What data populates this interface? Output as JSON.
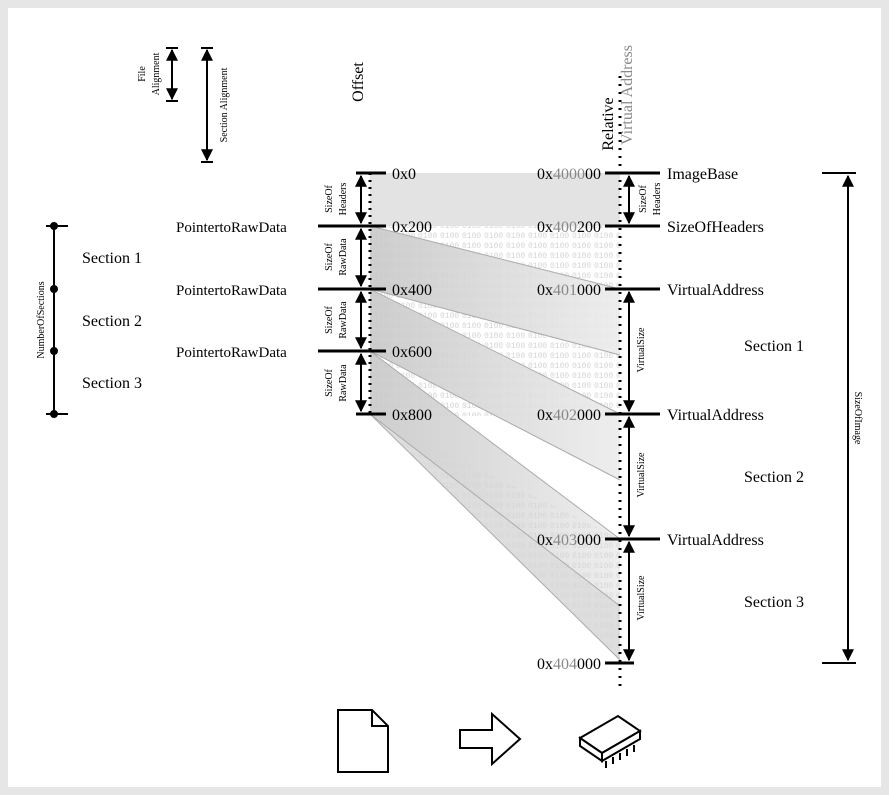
{
  "left_labels": {
    "file_alignment_line1": "File",
    "file_alignment_line2": "Alignment",
    "section_alignment": "Section Alignment",
    "number_of_sections": "NumberOfSections",
    "offset": "Offset",
    "sections": [
      "Section 1",
      "Section 2",
      "Section 3"
    ],
    "pointer": "PointertoRawData",
    "size_of_headers_line1": "SizeOf",
    "size_of_headers_line2": "Headers",
    "size_of_raw_line1": "SizeOf",
    "size_of_raw_line2": "RawData"
  },
  "offsets": [
    "0x0",
    "0x200",
    "0x400",
    "0x600",
    "0x800"
  ],
  "rva_header_line1": "Relative",
  "rva_header_line2": "Virtual Address",
  "addresses": [
    {
      "p": "0x",
      "g": "4000",
      "s": "00"
    },
    {
      "p": "0x",
      "g": "400",
      "s": "200"
    },
    {
      "p": "0x",
      "g": "401",
      "s": "000"
    },
    {
      "p": "0x",
      "g": "402",
      "s": "000"
    },
    {
      "p": "0x",
      "g": "403",
      "s": "000"
    },
    {
      "p": "0x",
      "g": "404",
      "s": "000"
    }
  ],
  "right_labels": {
    "image_base": "ImageBase",
    "size_of_headers": "SizeOfHeaders",
    "virtual_address": "VirtualAddress",
    "virtual_size": "VirtualSize",
    "size_of_image": "SizeOfImage",
    "sections": [
      "Section 1",
      "Section 2",
      "Section 3"
    ]
  },
  "icons": [
    "file-icon",
    "arrow-right-icon",
    "chip-icon"
  ]
}
